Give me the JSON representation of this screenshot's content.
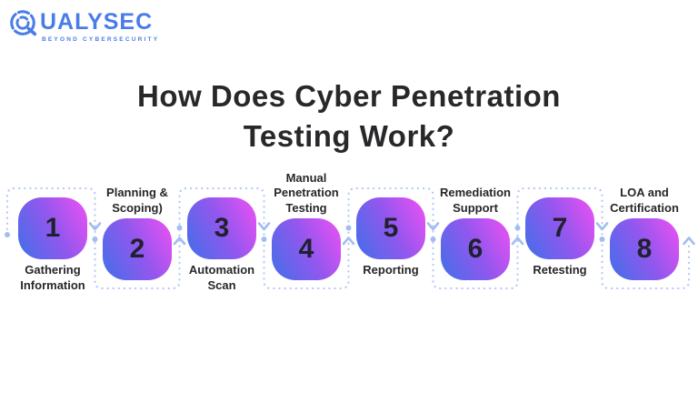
{
  "logo": {
    "name": "QUALYSEC",
    "wordmark": "UALYSEC",
    "tagline": "BEYOND CYBERSECURITY",
    "color": "#4a7ce8"
  },
  "title": "How Does Cyber Penetration Testing Work?",
  "diagram": {
    "type": "process-flow",
    "connector_style": "dotted",
    "connector_color": "#b6c9f6",
    "arrow_color": "#a3bdf2",
    "box_gradient": [
      "#3f70e9",
      "#9257ee",
      "#f050f4"
    ],
    "number_color": "#1f2130",
    "label_color": "#27272a",
    "steps": [
      {
        "number": "1",
        "label": "Gathering Information",
        "label_position": "below"
      },
      {
        "number": "2",
        "label": "Planning & Scoping)",
        "label_position": "above"
      },
      {
        "number": "3",
        "label": "Automation Scan",
        "label_position": "below"
      },
      {
        "number": "4",
        "label": "Manual Penetration Testing",
        "label_position": "above"
      },
      {
        "number": "5",
        "label": "Reporting",
        "label_position": "below"
      },
      {
        "number": "6",
        "label": "Remediation Support",
        "label_position": "above"
      },
      {
        "number": "7",
        "label": "Retesting",
        "label_position": "below"
      },
      {
        "number": "8",
        "label": "LOA and Certification",
        "label_position": "above"
      }
    ]
  }
}
